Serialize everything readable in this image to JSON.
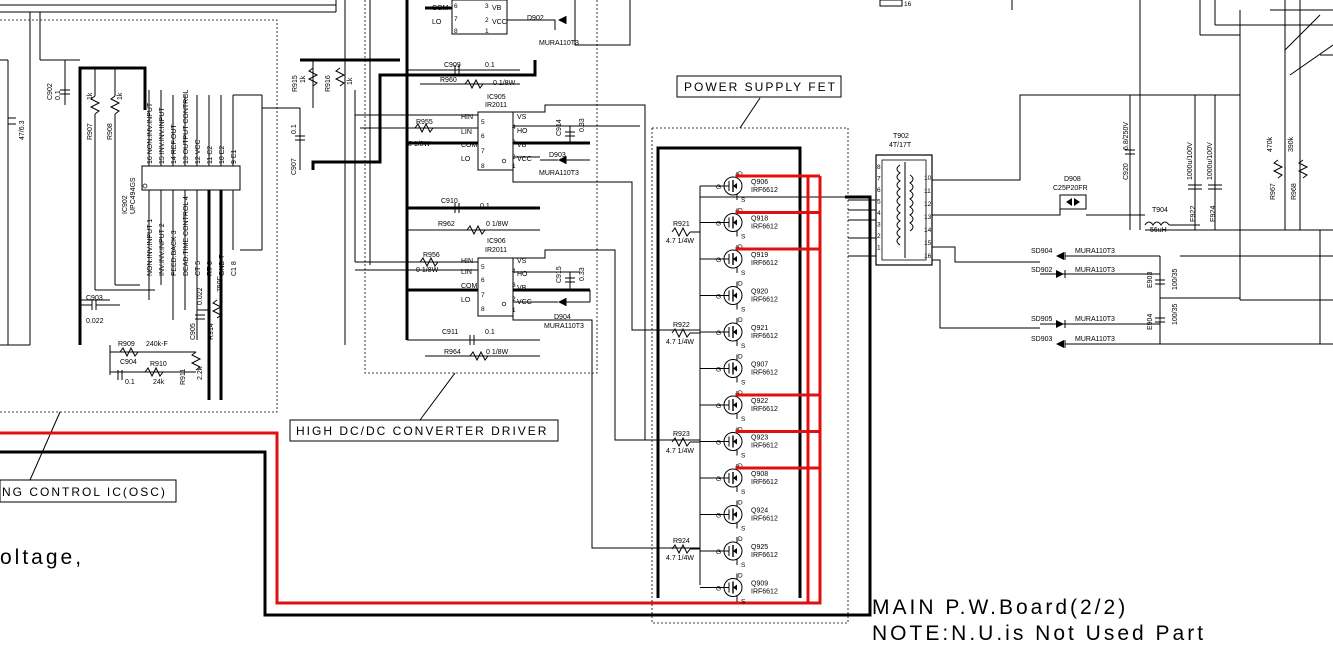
{
  "section_labels": {
    "power_supply_fet": "POWER SUPPLY FET",
    "high_dcdc_driver": "HIGH DC/DC CONVERTER DRIVER",
    "osc_control": "NG CONTROL IC(OSC)",
    "voltage_fragment": "oltage,"
  },
  "footer": {
    "board_title": "MAIN P.W.Board(2/2)",
    "note": "NOTE:N.U.is Not Used Part"
  },
  "ic902": {
    "ref": "IC902",
    "part": "UPC494GS",
    "pins_right": [
      "16 NON.INV.INPUT",
      "15 INV.INV.INPUT",
      "14 REF.OUT",
      "13 OUTPUT CONTROL",
      "12 VCC",
      "11 C2",
      "10 E2",
      "9 E1"
    ],
    "pins_left": [
      "NON.INV.INPUT 1",
      "INV.INV.INPUT 2",
      "FEED.BACK 3",
      "DEAD.TIME CONTROL 4",
      "CT 5",
      "RT 6",
      "GND 7",
      "C1 8"
    ]
  },
  "ic905": {
    "ref": "IC905",
    "part": "IR2011"
  },
  "ic906": {
    "ref": "IC906",
    "part": "IR2011"
  },
  "driver_pins": {
    "hin": "HIN",
    "lin": "LIN",
    "com": "COM",
    "lo": "LO",
    "vs": "VS",
    "ho": "HO",
    "vb": "VB",
    "vcc": "VCC",
    "n5": "5",
    "n6": "6",
    "n7": "7",
    "n8": "8",
    "n1": "1",
    "n2": "2",
    "n3": "3",
    "n4": "4"
  },
  "components": {
    "c902": "C902",
    "c902_v": "0.1",
    "r907": "R907",
    "r907_v": "1k",
    "r908": "R908",
    "r908_v": "1k",
    "c_47": "47/6.3",
    "c903": "C903",
    "c903_v": "0.022",
    "c905": "C905",
    "c905_v": "0.022",
    "r909": "R909",
    "r909_v": "240k-F",
    "c904": "C904",
    "c904_v": "0.1",
    "r910": "R910",
    "r910_v": "24k",
    "r911": "R911",
    "r911_v": "2.2k",
    "r914": "R914",
    "r914_v": "750F",
    "r915": "R915",
    "r915_v": "1k",
    "r916": "R916",
    "r916_v": "1k",
    "c907": "C907",
    "c907_v": "0.1",
    "c909": "C909",
    "c909_v": "0.1",
    "r960": "R960",
    "r960_v": "0 1/8W",
    "d902": "D902",
    "d902_v": "MURA110T3",
    "r955": "R955",
    "r955_v": "0 1/8W",
    "c914": "C914",
    "c914_v": "0.33",
    "d903": "D903",
    "d903_v": "MURA110T3",
    "c910": "C910",
    "c910_v": "0.1",
    "r962": "R962",
    "r962_v": "0 1/8W",
    "r956": "R956",
    "r956_v": "0 1/8W",
    "c915": "C915",
    "c915_v": "0.33",
    "d904": "D904",
    "d904_v": "MURA110T3",
    "c911": "C911",
    "c911_v": "0.1",
    "r964": "R964",
    "r964_v": "0 1/8W",
    "t902": "T902",
    "t902_v": "4T/17T",
    "d908": "D908",
    "d908_v": "C25P20FR",
    "t904": "T904",
    "t904_v": "56uH",
    "c920": "C920",
    "c920_v": "6.8/250V",
    "e922": "E922",
    "e922_v": "1000u/100V",
    "e924": "E924",
    "e924_v": "1000u/100V",
    "r967": "R967",
    "r967_v": "470k",
    "r968": "R968",
    "r968_v": "390k",
    "sd904": "SD904",
    "sd904_v": "MURA110T3",
    "sd902": "SD902",
    "sd902_v": "MURA110T3",
    "sd905": "SD905",
    "sd905_v": "MURA110T3",
    "sd903": "SD903",
    "sd903_v": "MURA110T3",
    "e903": "E903",
    "e903_v": "100/35",
    "e904": "E904",
    "e904_v": "100/35"
  },
  "gate_resistors": [
    {
      "ref": "R921",
      "value": "4.7 1/4W"
    },
    {
      "ref": "R922",
      "value": "4.7 1/4W"
    },
    {
      "ref": "R923",
      "value": "4.7 1/4W"
    },
    {
      "ref": "R924",
      "value": "4.7 1/4W"
    }
  ],
  "fets": [
    {
      "ref": "Q906",
      "part": "IRF6612"
    },
    {
      "ref": "Q918",
      "part": "IRF6612"
    },
    {
      "ref": "Q919",
      "part": "IRF6612"
    },
    {
      "ref": "Q920",
      "part": "IRF6612"
    },
    {
      "ref": "Q921",
      "part": "IRF6612"
    },
    {
      "ref": "Q907",
      "part": "IRF6612"
    },
    {
      "ref": "Q922",
      "part": "IRF6612"
    },
    {
      "ref": "Q923",
      "part": "IRF6612"
    },
    {
      "ref": "Q908",
      "part": "IRF6612"
    },
    {
      "ref": "Q924",
      "part": "IRF6612"
    },
    {
      "ref": "Q925",
      "part": "IRF6612"
    },
    {
      "ref": "Q909",
      "part": "IRF6612"
    }
  ],
  "fet_pins": {
    "g": "G",
    "d": "D",
    "s": "S"
  },
  "transformer_pins": [
    "8",
    "7",
    "6",
    "5",
    "4",
    "3",
    "2",
    "1",
    "10",
    "11",
    "12",
    "13",
    "14",
    "15",
    "16"
  ],
  "top_pin_16": "16"
}
